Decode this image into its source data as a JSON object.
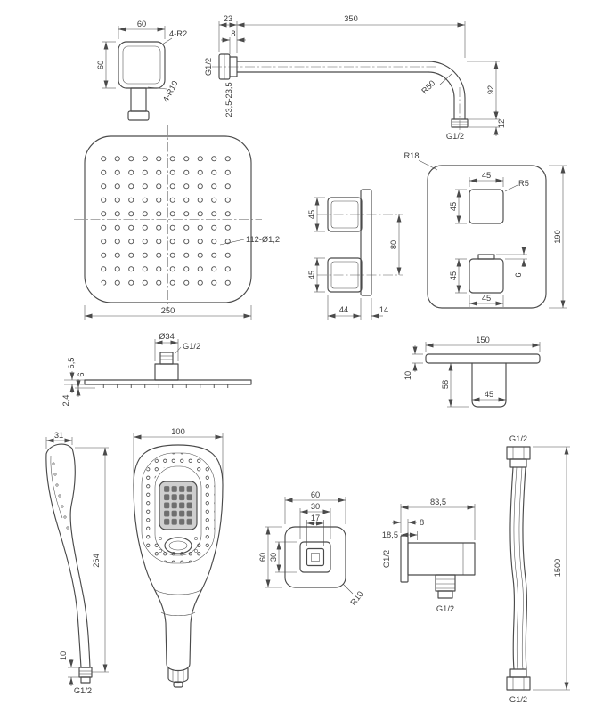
{
  "page": {
    "background": "#ffffff",
    "line_color": "#4a4a4a",
    "text_color": "#3c3c3c"
  },
  "views": {
    "escutcheon": {
      "dim_width": "60",
      "dim_height": "60",
      "corner_radius": "4-R2",
      "inner_radius": "4-R10"
    },
    "shower_arm": {
      "dim_offset": "23",
      "dim_collar": "8",
      "dim_length": "350",
      "thread_wall": "G1/2",
      "dim_range": "23,5-23,5",
      "bend_radius": "R50",
      "dim_drop": "92",
      "dim_thread": "12",
      "thread_out": "G1/2"
    },
    "head_top": {
      "holes": "112-Ø1,2",
      "dim_width": "250"
    },
    "valve": {
      "dim_knob_top": "45",
      "dim_knob_bottom": "45",
      "dim_spacing": "80",
      "dim_knob_width": "44",
      "dim_body": "14"
    },
    "trim_plate": {
      "corner_radius": "R18",
      "dim_sq1_width": "45",
      "square_radius": "R5",
      "dim_sq1_height": "45",
      "dim_sq2_height": "45",
      "dim_tab": "6",
      "dim_sq2_width": "45",
      "dim_height": "190"
    },
    "bracket": {
      "dim_width": "150",
      "dim_thickness": "10",
      "dim_drop": "58",
      "dim_block": "45"
    },
    "head_side": {
      "diameter": "Ø34",
      "thread": "G1/2",
      "dim_a": "6,5",
      "dim_b": "6",
      "dim_c": "2,4"
    },
    "hand_side": {
      "dim_width": "31",
      "dim_length": "264",
      "dim_tip": "10",
      "thread": "G1/2"
    },
    "hand_front": {
      "dim_width": "100"
    },
    "outlet_front": {
      "dim_width": "60",
      "dim_mid": "30",
      "dim_inner": "17",
      "dim_height": "60",
      "dim_mid_height": "30",
      "corner_radius": "R10"
    },
    "outlet_side": {
      "dim_total": "83,5",
      "dim_flange": "8",
      "dim_offset": "18,5",
      "thread_in": "G1/2",
      "thread_out": "G1/2"
    },
    "hose": {
      "thread_top": "G1/2",
      "dim_length": "1500",
      "thread_bottom": "G1/2"
    }
  }
}
